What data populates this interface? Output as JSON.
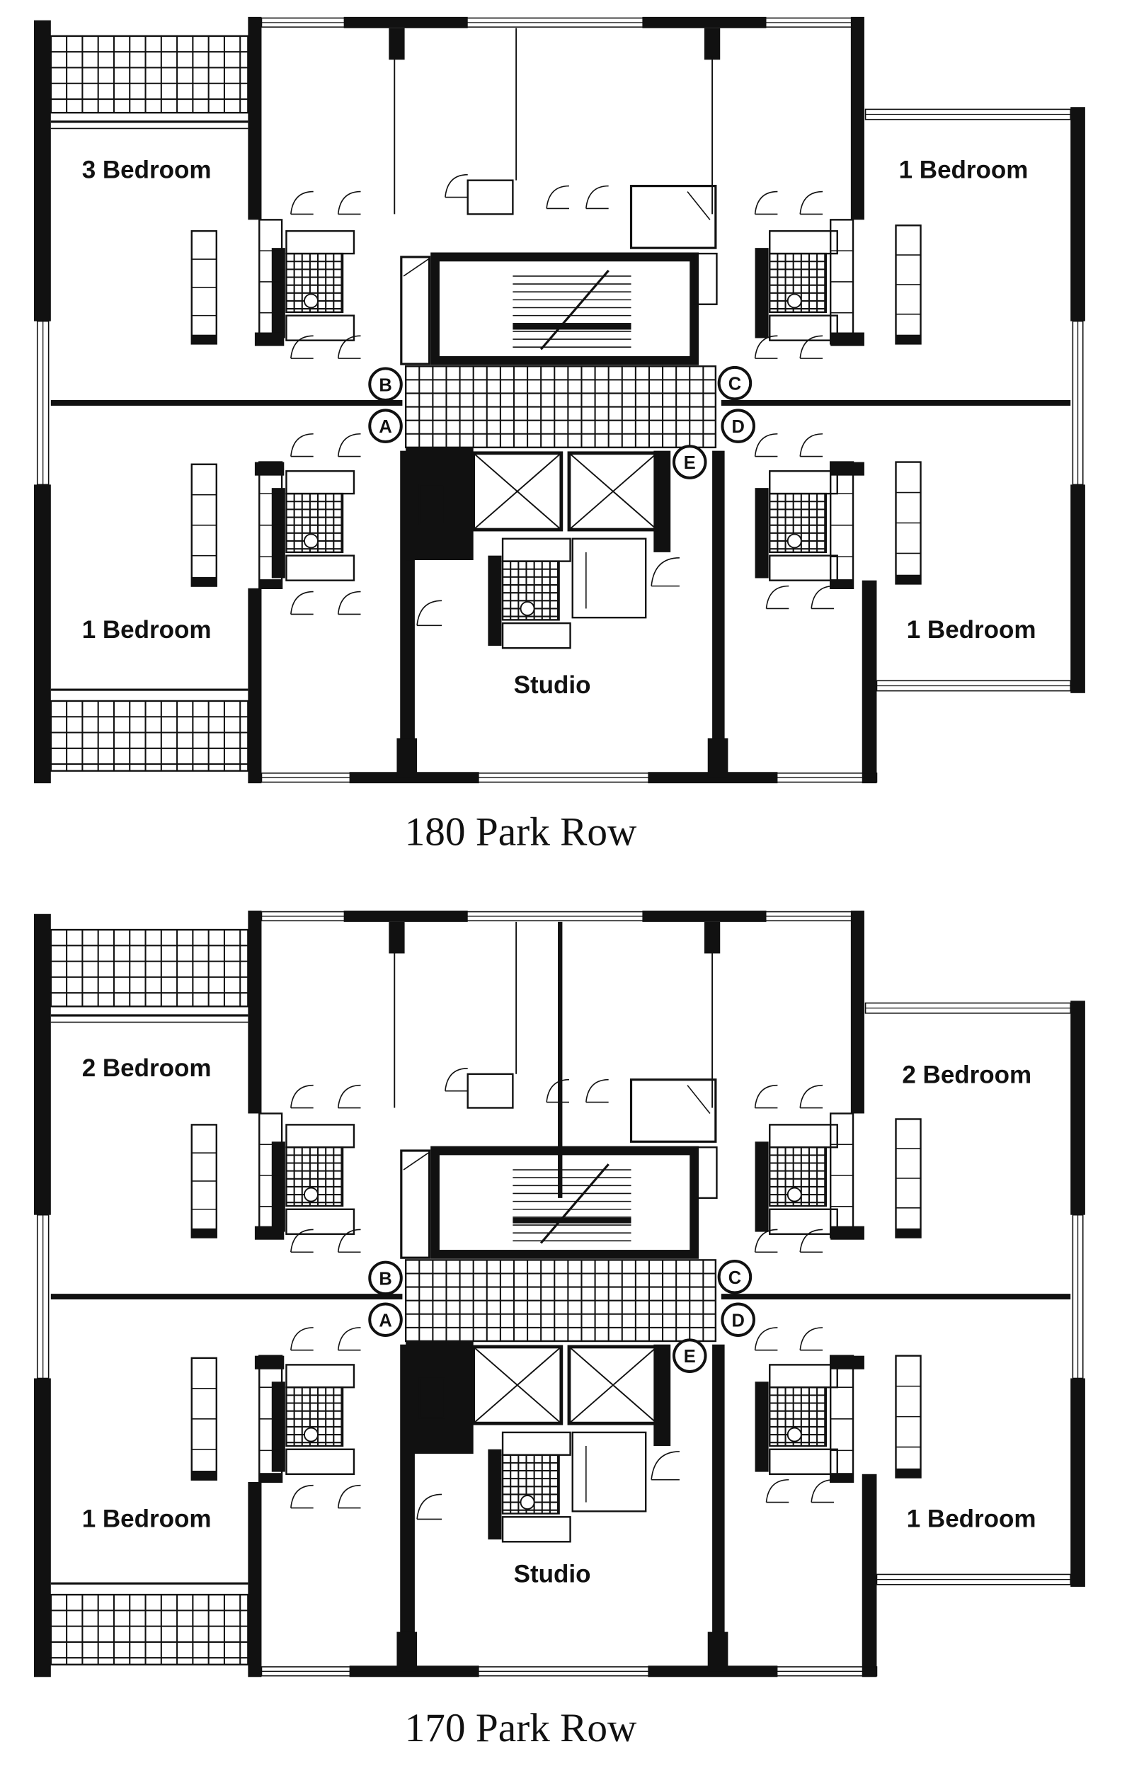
{
  "plans": [
    {
      "title": "180 Park Row",
      "units": {
        "top_left": "3 Bedroom",
        "top_right": "1 Bedroom",
        "bottom_left": "1 Bedroom",
        "bottom_right": "1 Bedroom",
        "center": "Studio"
      },
      "markers": [
        "A",
        "B",
        "C",
        "D",
        "E"
      ]
    },
    {
      "title": "170 Park Row",
      "units": {
        "top_left": "2 Bedroom",
        "top_right": "2 Bedroom",
        "bottom_left": "1 Bedroom",
        "bottom_right": "1 Bedroom",
        "center": "Studio"
      },
      "markers": [
        "A",
        "B",
        "C",
        "D",
        "E"
      ]
    }
  ],
  "colors": {
    "ink": "#111111",
    "paper": "#ffffff"
  }
}
